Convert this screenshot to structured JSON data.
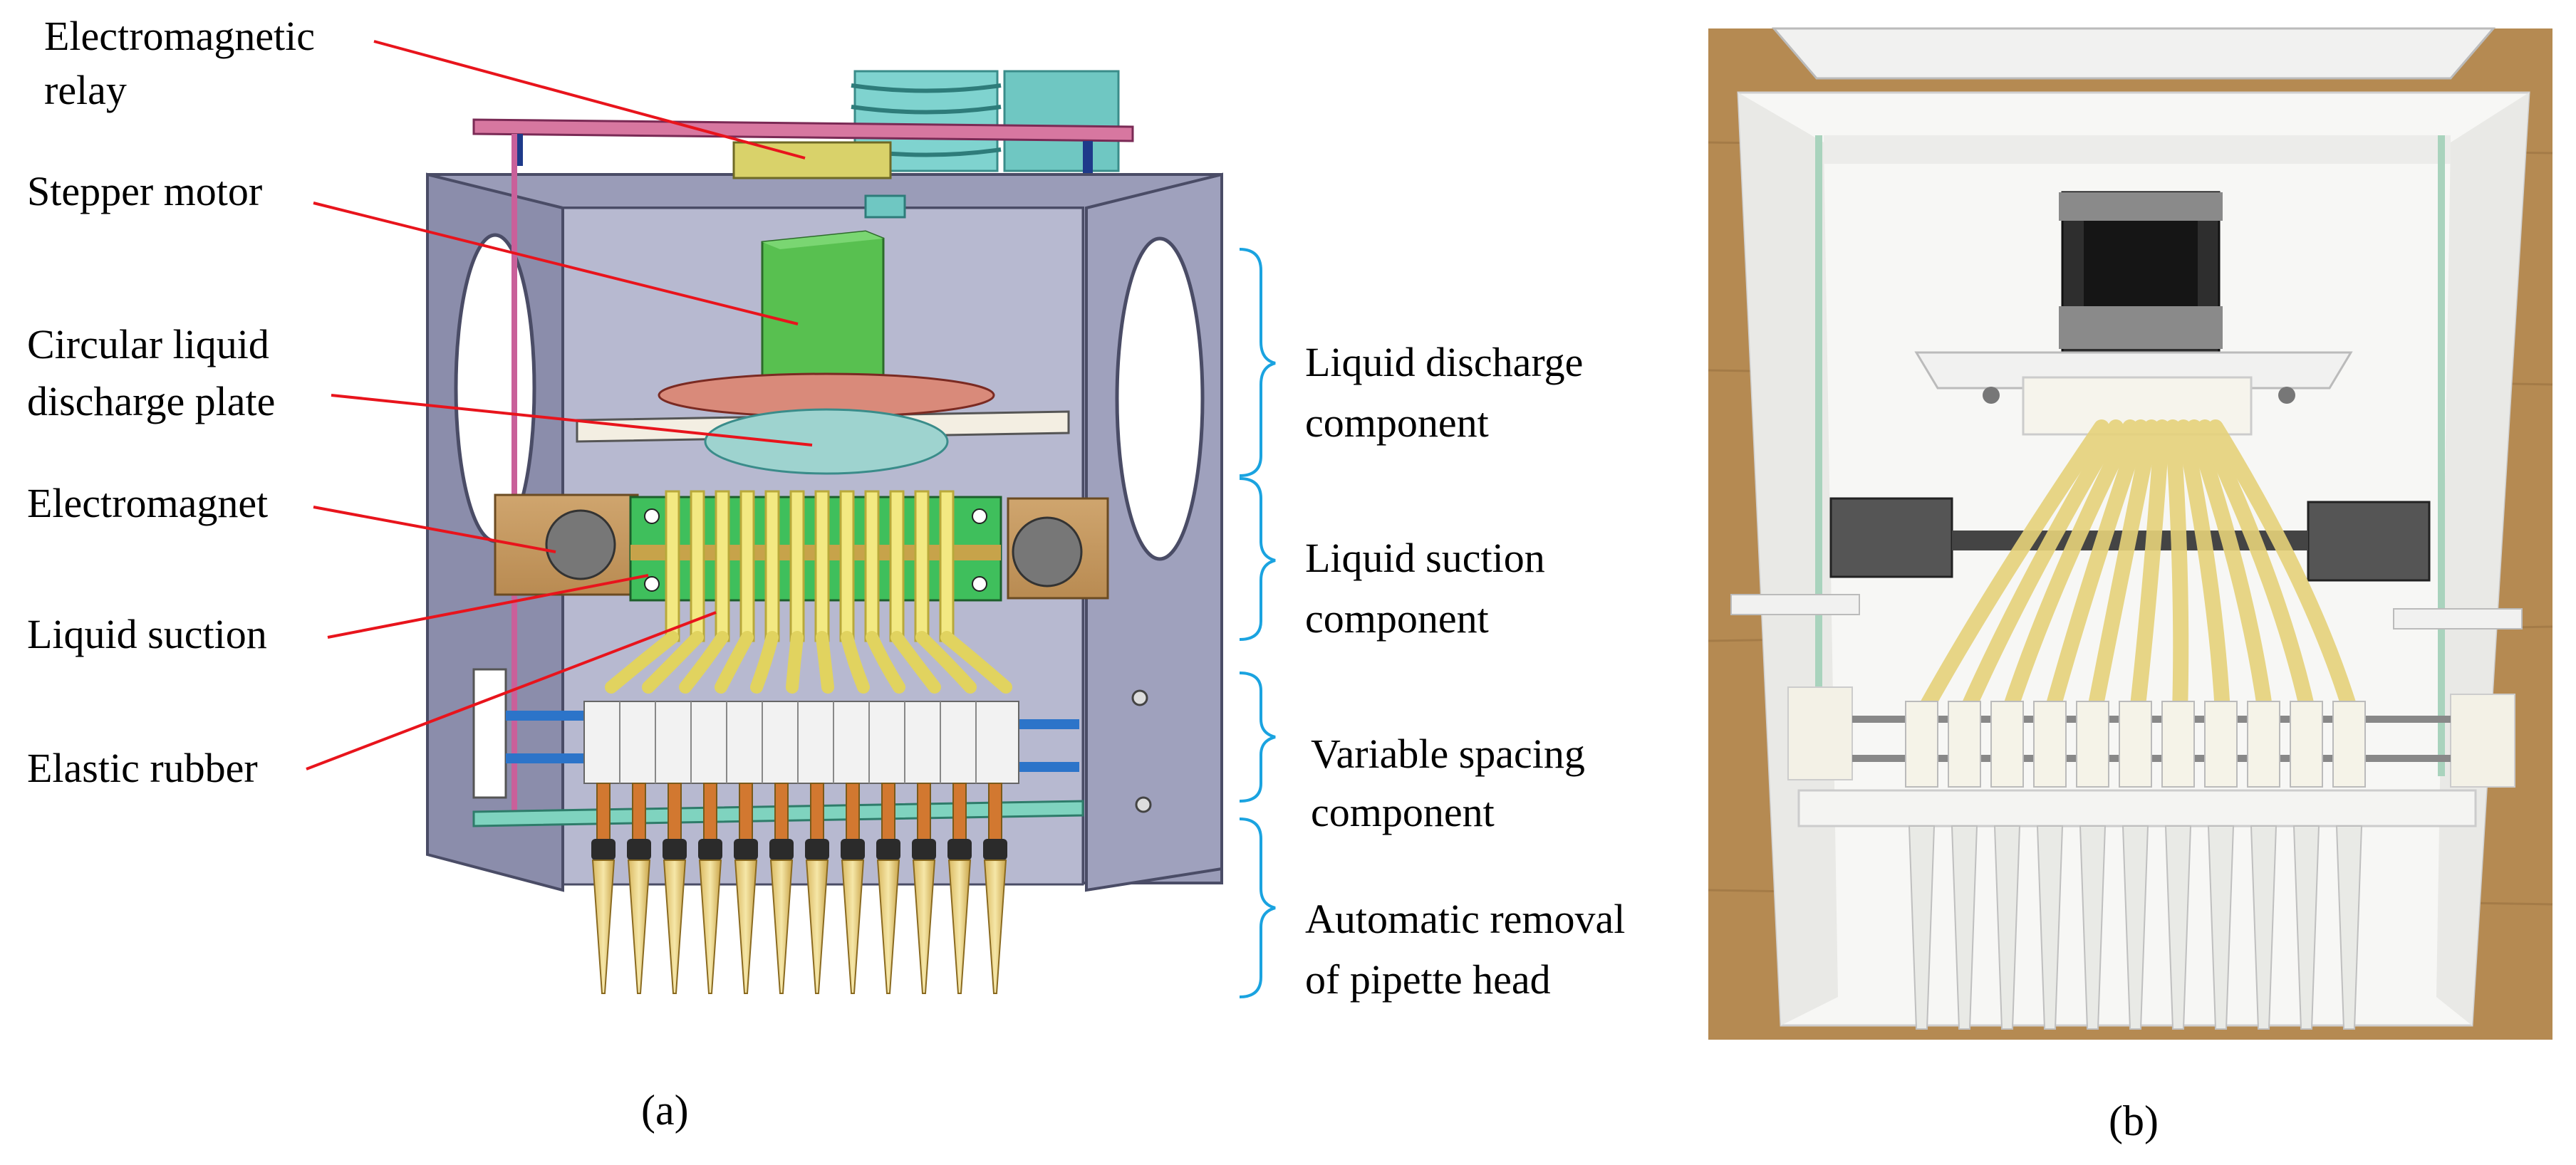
{
  "panel_a": {
    "caption": "(a)",
    "left_labels": {
      "electromagnetic_relay_line1": "Electromagnetic",
      "electromagnetic_relay_line2": "relay",
      "stepper_motor": "Stepper motor",
      "circular_plate_line1": "Circular liquid",
      "circular_plate_line2": "discharge plate",
      "electromagnet": "Electromagnet",
      "liquid_suction": "Liquid suction",
      "elastic_rubber": "Elastic rubber"
    },
    "right_labels": {
      "discharge_line1": "Liquid discharge",
      "discharge_line2": "component",
      "suction_line1": "Liquid suction",
      "suction_line2": "component",
      "spacing_line1": "Variable spacing",
      "spacing_line2": "component",
      "removal_line1": "Automatic removal",
      "removal_line2": "of pipette head"
    }
  },
  "panel_b": {
    "caption": "(b)"
  },
  "colors": {
    "leader_line": "#e8141c",
    "brace": "#1aa3e0",
    "frame": "#8a8ca8",
    "motor": "#5fcf5a",
    "tubes": "#f2e77e",
    "tips": "#e7c873"
  }
}
